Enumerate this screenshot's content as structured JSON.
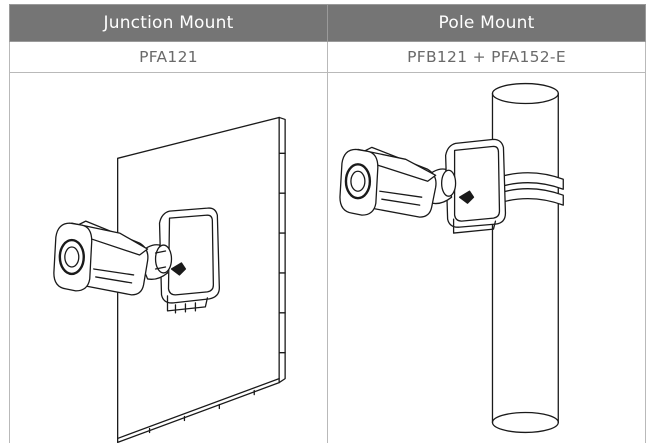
{
  "table": {
    "columns": [
      {
        "header": "Junction Mount",
        "model": "PFA121",
        "illustration": "camera-on-wall-junction-box"
      },
      {
        "header": "Pole Mount",
        "model": "PFB121 + PFA152-E",
        "illustration": "camera-on-pole-with-bracket"
      }
    ]
  },
  "colors": {
    "header_bg": "#757575",
    "header_text": "#ffffff",
    "model_text": "#6a6a6a",
    "border": "#b9b9b9",
    "line_art": "#1a1a1a"
  }
}
